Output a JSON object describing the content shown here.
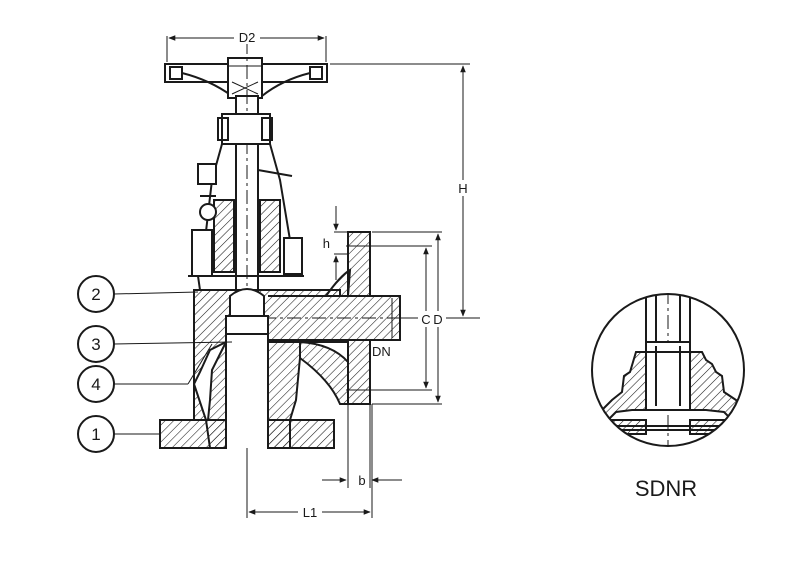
{
  "dimensions": {
    "d2": "D2",
    "h_upper": "H",
    "h_small": "h",
    "c": "C",
    "d": "D",
    "dn": "DN",
    "b": "b",
    "l1": "L1"
  },
  "part_callouts": [
    "2",
    "3",
    "4",
    "1"
  ],
  "detail_caption": "SDNR"
}
